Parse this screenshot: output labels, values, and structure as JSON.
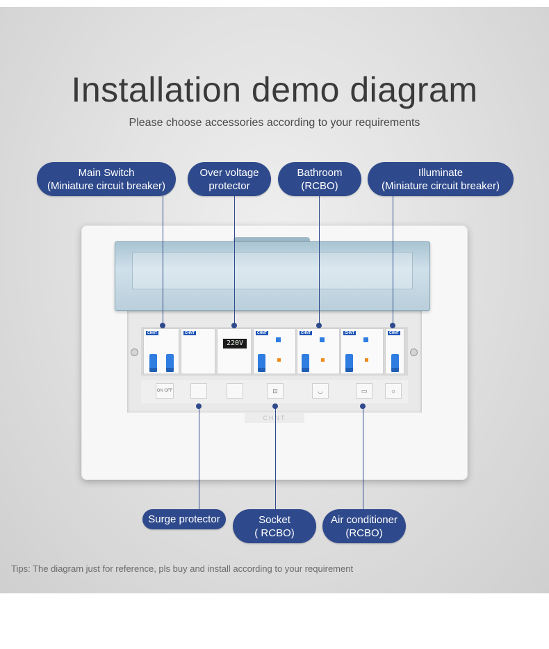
{
  "title": "Installation demo diagram",
  "subtitle": "Please choose accessories according to your requirements",
  "labels_top": {
    "main_switch": {
      "line1": "Main Switch",
      "line2": "(Miniature circuit breaker)"
    },
    "over_voltage": {
      "line1": "Over voltage",
      "line2": "protector"
    },
    "bathroom": {
      "line1": "Bathroom",
      "line2": "(RCBO)"
    },
    "illuminate": {
      "line1": "Illuminate",
      "line2": "(Miniature circuit breaker)"
    }
  },
  "labels_bottom": {
    "surge": {
      "line1": "Surge protector"
    },
    "socket": {
      "line1": "Socket",
      "line2": "( RCBO)"
    },
    "air_conditioner": {
      "line1": "Air conditioner",
      "line2": "(RCBO)"
    }
  },
  "device": {
    "display_reading": "220V",
    "brand_text": "CHNT",
    "panel_logo": "CHNT",
    "onoff_label": "ON OFF"
  },
  "tips": "Tips: The diagram just for reference, pls buy and install according to your  requirement",
  "colors": {
    "label_bg": "#2f4a8c",
    "breaker_blue": "#2f7de0",
    "indicator_orange": "#f08a1d"
  }
}
